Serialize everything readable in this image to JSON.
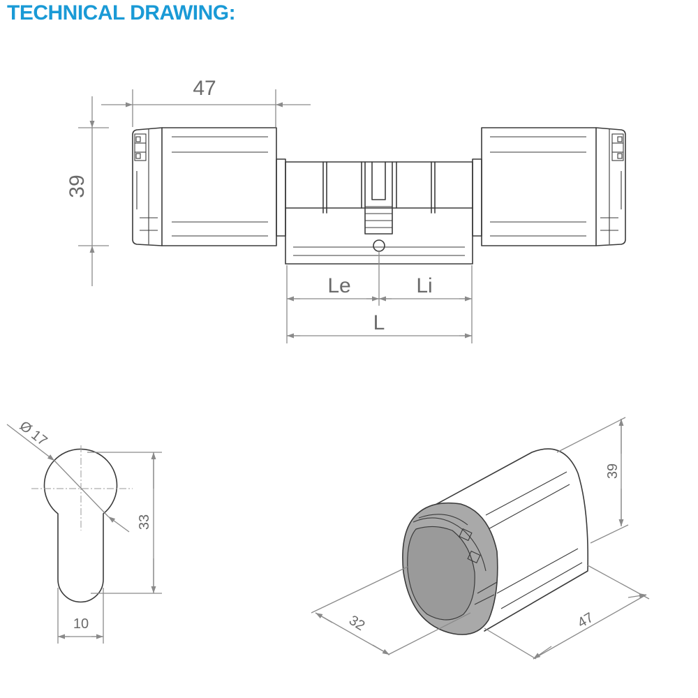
{
  "title": "TECHNICAL DRAWING:",
  "colors": {
    "title": "#1a9ad6",
    "dimension": "#8a8a8a",
    "outline": "#3a3a3a",
    "knob_face": "#a9a9a9"
  },
  "front_view": {
    "knob_width": "47",
    "knob_height": "39",
    "outer_length": "Le",
    "inner_length": "Li",
    "total_length": "L"
  },
  "profile_view": {
    "diameter": "Ø 17",
    "height": "33",
    "width": "10"
  },
  "iso_view": {
    "height": "39",
    "face_diameter": "32",
    "length": "47"
  }
}
